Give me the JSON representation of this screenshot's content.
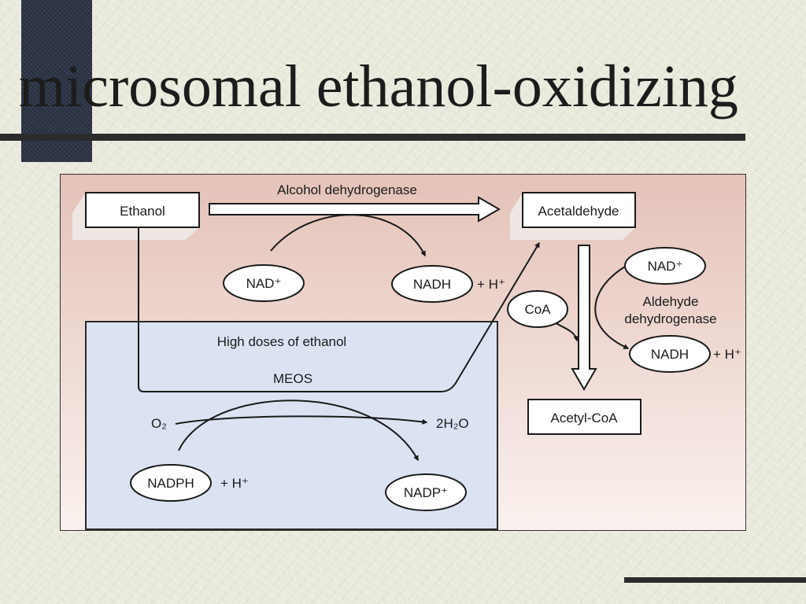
{
  "slide": {
    "title": "microsomal ethanol-oxidizing"
  },
  "diagram": {
    "nodes": {
      "ethanol": "Ethanol",
      "acetaldehyde": "Acetaldehyde",
      "acetyl_coa": "Acetyl-CoA",
      "nad_left": "NAD⁺",
      "nadh_left": "NADH",
      "nad_right": "NAD⁺",
      "nadh_right": "NADH",
      "coa": "CoA",
      "nadph": "NADPH",
      "nadp": "NADP⁺"
    },
    "labels": {
      "alcohol_dehydrogenase": "Alcohol dehydrogenase",
      "plus_h_left": "+ H⁺",
      "plus_h_right": "+ H⁺",
      "aldehyde_dehydrogenase_line1": "Aldehyde",
      "aldehyde_dehydrogenase_line2": "dehydrogenase",
      "high_doses": "High doses of ethanol",
      "meos": "MEOS",
      "o2": "O₂",
      "h2o": "2H₂O",
      "plus_h_nadph": "+ H⁺"
    },
    "colors": {
      "background_top": "#e4c2b8",
      "background_bottom": "#faf1ee",
      "meos_box": "#dbe3f3",
      "stroke": "#1a1a1a"
    }
  }
}
